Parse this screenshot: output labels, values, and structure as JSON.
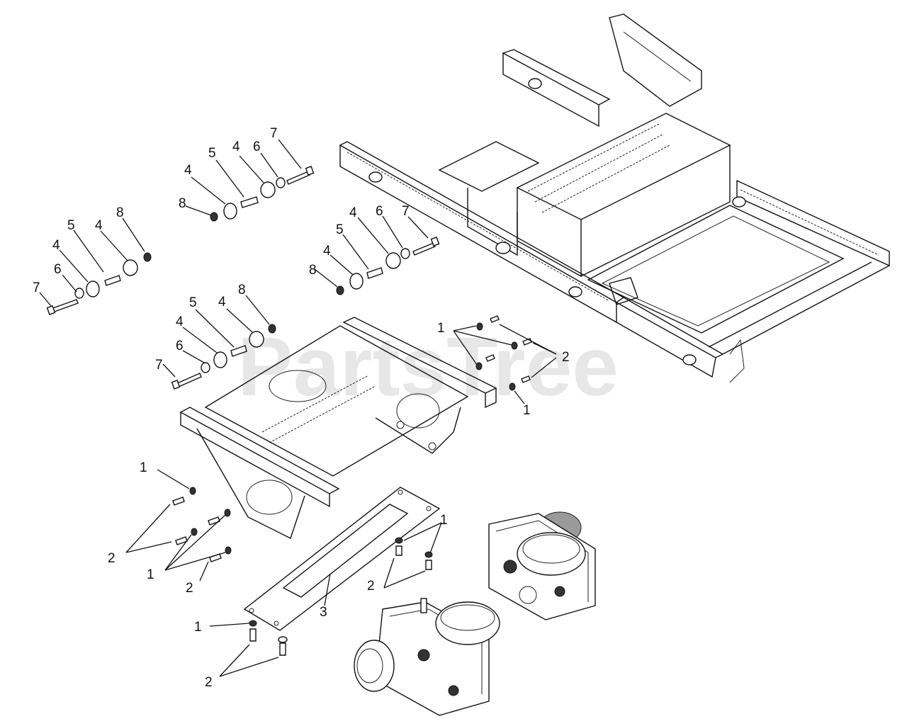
{
  "watermark": "PartsTree",
  "callouts": {
    "c1": "1",
    "c2": "2",
    "c3": "3",
    "c4": "4",
    "c5": "5",
    "c6": "6",
    "c7": "7",
    "c8": "8"
  },
  "colors": {
    "ink": "#111111",
    "watermark": "#d4d4d4",
    "background": "#ffffff"
  }
}
